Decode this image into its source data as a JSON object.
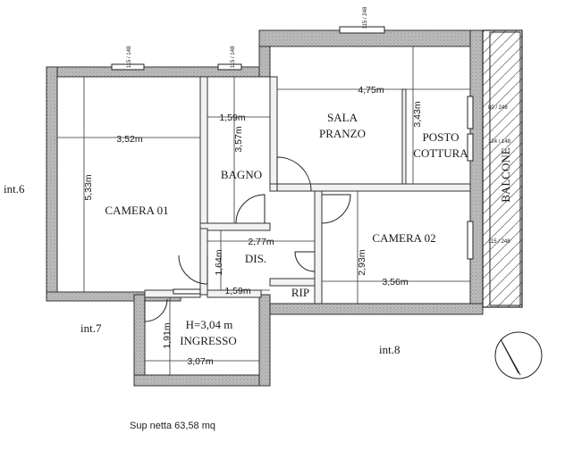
{
  "plan": {
    "rooms": {
      "camera01": "CAMERA 01",
      "bagno": "BAGNO",
      "sala": "SALA",
      "pranzo": "PRANZO",
      "posto": "POSTO",
      "cottura": "COTTURA",
      "balcone": "BALCONE",
      "camera02": "CAMERA 02",
      "dis": "DIS.",
      "rip": "RIP",
      "ingresso": "INGRESSO",
      "height": "H=3,04 m"
    },
    "dimensions": {
      "camera01_w": "3,52m",
      "camera01_h": "5,33m",
      "bagno_w": "1,59m",
      "bagno_h": "3,57m",
      "sala_w": "4,75m",
      "sala_h": "3,43m",
      "dis_w": "2,77m",
      "dis_h": "1,64m",
      "dis_low_w": "1,59m",
      "camera02_w": "3,56m",
      "camera02_h": "2,93m",
      "ingresso_w": "3,07m",
      "ingresso_h": "1,91m"
    },
    "neighbours": {
      "int6": "int.6",
      "int7": "int.7",
      "int8": "int.8"
    },
    "window_codes": {
      "top_left": "115 / 148",
      "top_mid": "115 / 148",
      "top_right": "115 / 248",
      "right_1": "80 / 248",
      "right_2": "124 / 148",
      "right_3": "115 / 248"
    },
    "surface": "Sup netta 63,58 mq"
  }
}
